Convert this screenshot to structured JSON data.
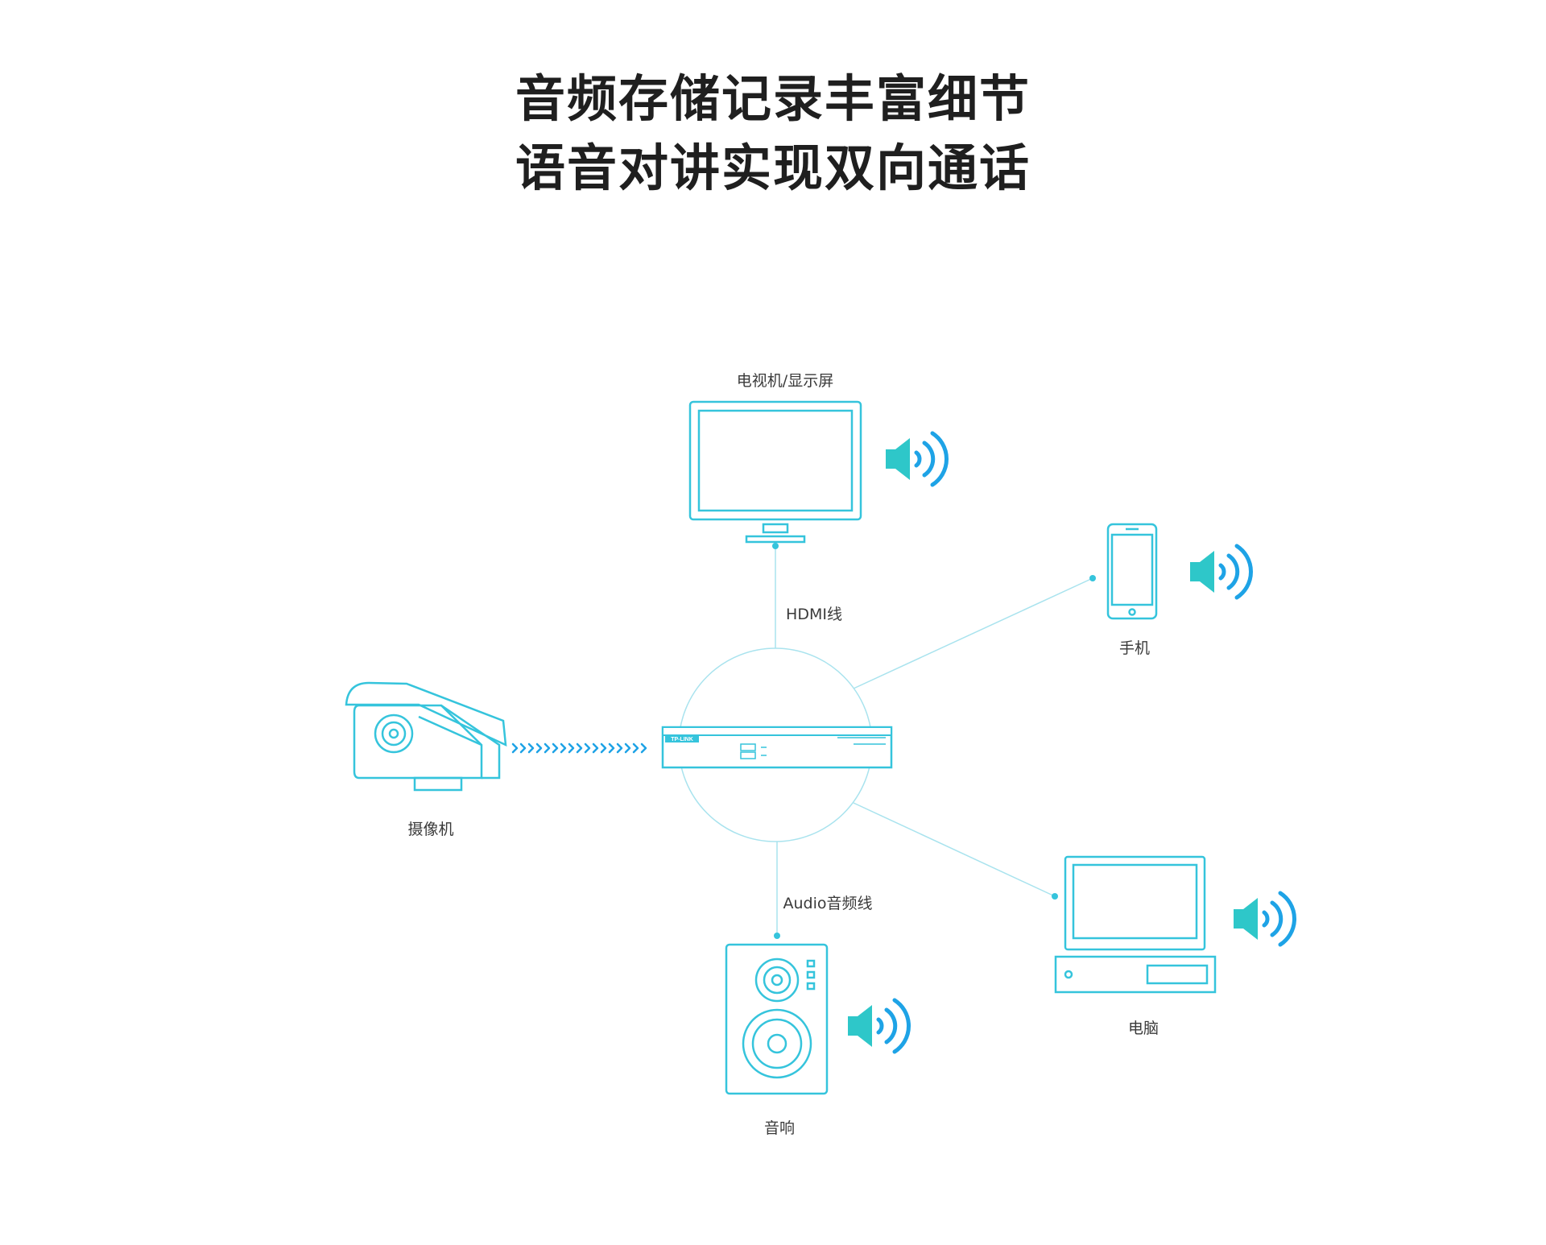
{
  "headline": {
    "line1": "音频存储记录丰富细节",
    "line2": "语音对讲实现双向通话"
  },
  "devices": {
    "tv": {
      "label": "电视机/显示屏",
      "icon": "monitor-icon"
    },
    "phone": {
      "label": "手机",
      "icon": "smartphone-icon"
    },
    "camera": {
      "label": "摄像机",
      "icon": "bullet-camera-icon"
    },
    "computer": {
      "label": "电脑",
      "icon": "desktop-computer-icon"
    },
    "speaker": {
      "label": "音响",
      "icon": "bookshelf-speaker-icon"
    },
    "nvr": {
      "brand": "TP-LINK",
      "icon": "network-video-recorder-icon"
    }
  },
  "connections": {
    "hdmi": "HDMI线",
    "audio": "Audio音频线"
  },
  "colors": {
    "outline": "#35c4dc",
    "speaker_body": "#2ec7c9",
    "speaker_waves": "#1ea3e6",
    "line": "#a9e3ee",
    "text": "#3a3a3a",
    "headline": "#1f1f1f"
  }
}
